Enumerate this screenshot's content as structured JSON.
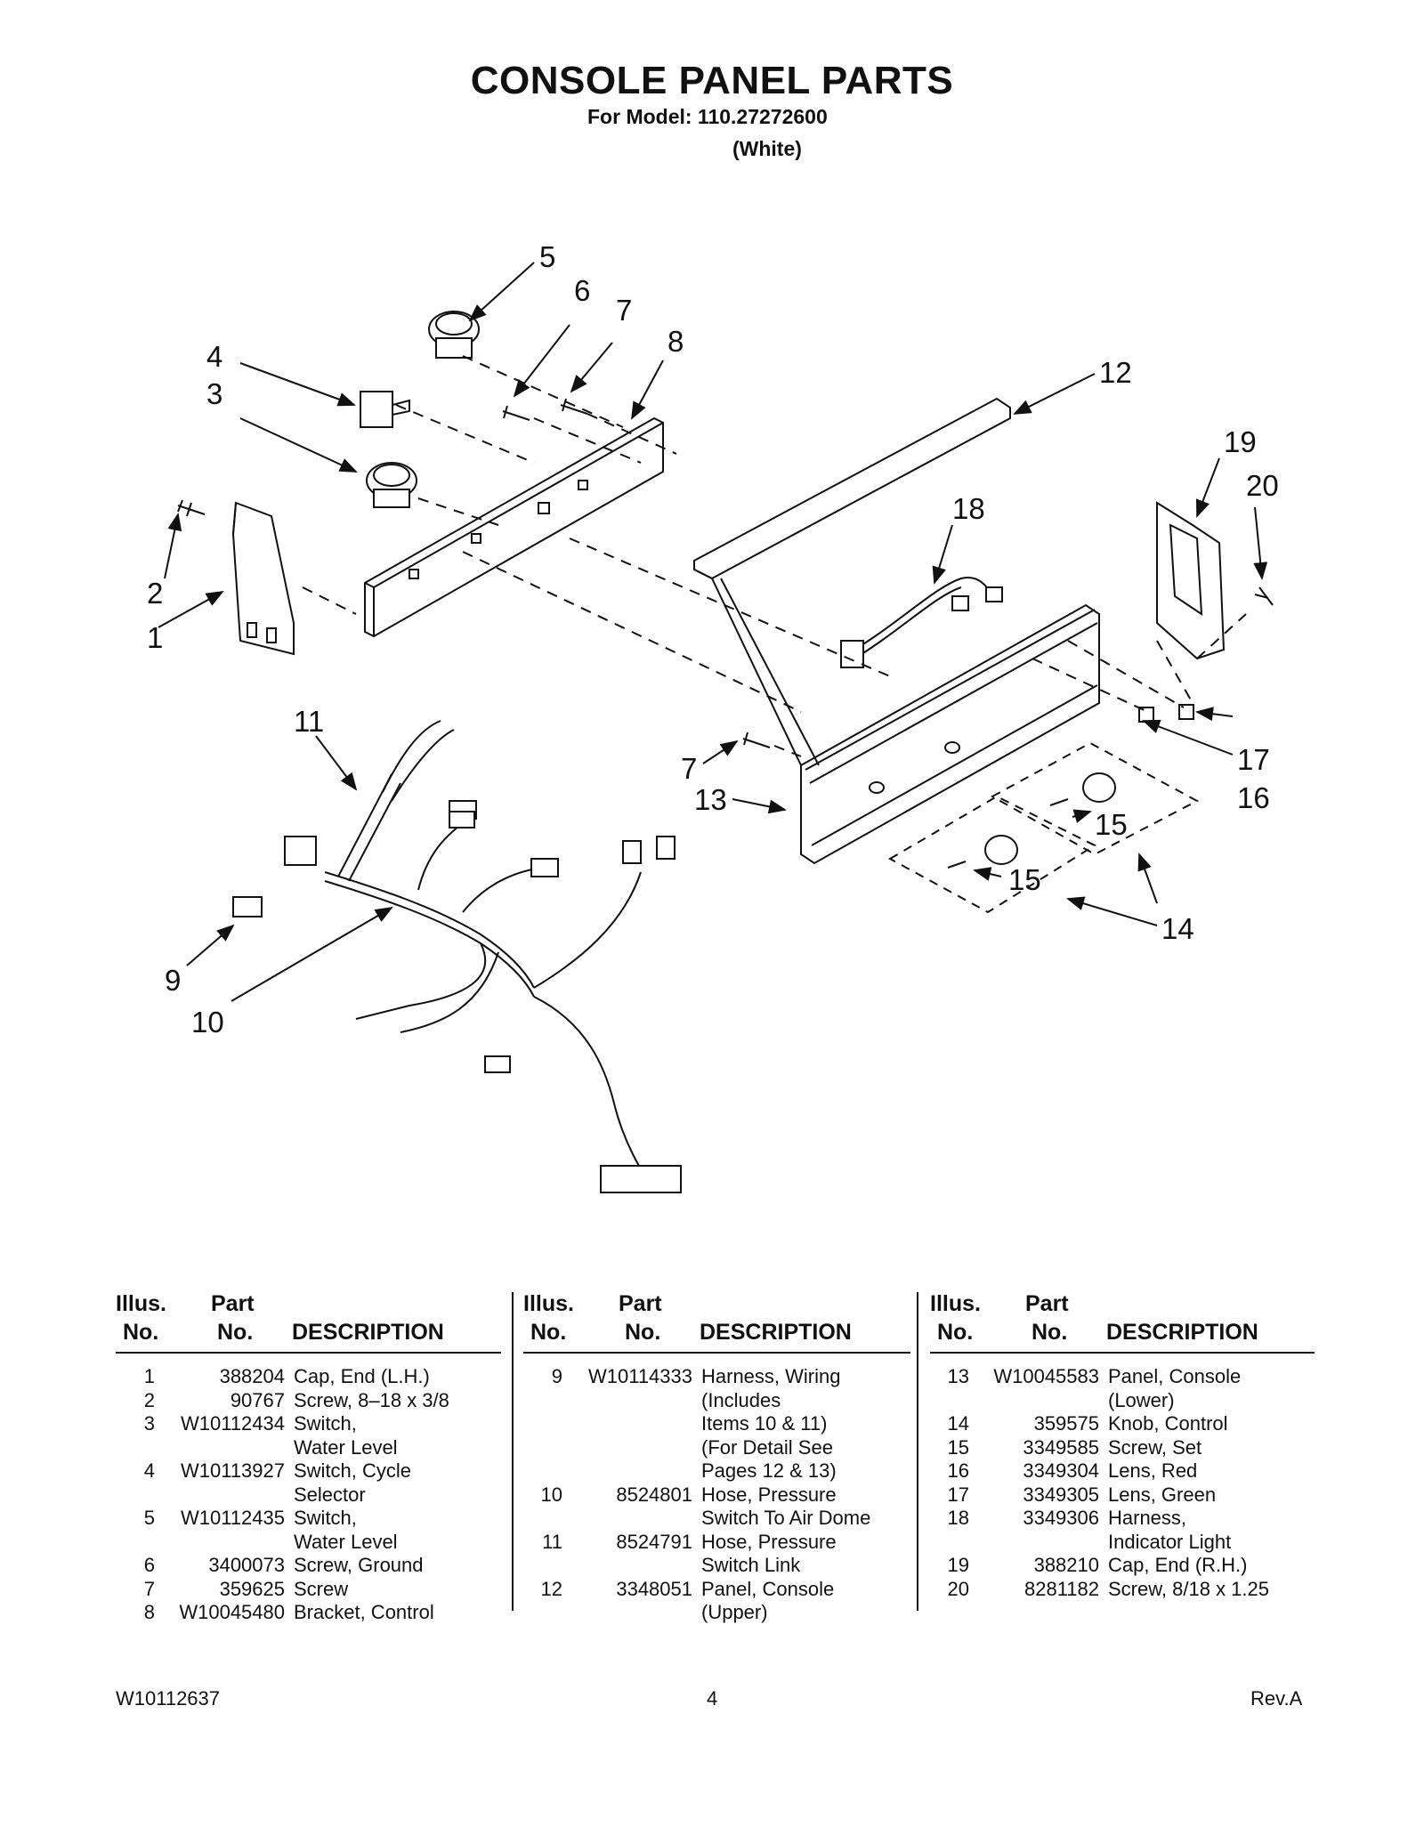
{
  "header": {
    "title": "CONSOLE PANEL PARTS",
    "model_line": "For Model: 110.27272600",
    "color_line": "(White)"
  },
  "callouts": {
    "c1": "1",
    "c2": "2",
    "c3": "3",
    "c4": "4",
    "c5": "5",
    "c6": "6",
    "c7a": "7",
    "c7b": "7",
    "c8": "8",
    "c9": "9",
    "c10": "10",
    "c11": "11",
    "c12": "12",
    "c13": "13",
    "c14": "14",
    "c15a": "15",
    "c15b": "15",
    "c16": "16",
    "c17": "17",
    "c18": "18",
    "c19": "19",
    "c20": "20"
  },
  "table_headers": {
    "illus_top": "Illus.",
    "illus_bottom": "No.",
    "part_top": "Part",
    "part_bottom": "No.",
    "description": "DESCRIPTION"
  },
  "columns": [
    [
      {
        "no": "1",
        "part": "388204",
        "desc": "Cap, End (L.H.)"
      },
      {
        "no": "2",
        "part": "90767",
        "desc": "Screw, 8–18 x 3/8"
      },
      {
        "no": "3",
        "part": "W10112434",
        "desc": "Switch,\nWater Level"
      },
      {
        "no": "4",
        "part": "W10113927",
        "desc": "Switch, Cycle\nSelector"
      },
      {
        "no": "5",
        "part": "W10112435",
        "desc": "Switch,\nWater Level"
      },
      {
        "no": "6",
        "part": "3400073",
        "desc": "Screw, Ground"
      },
      {
        "no": "7",
        "part": "359625",
        "desc": "Screw"
      },
      {
        "no": "8",
        "part": "W10045480",
        "desc": "Bracket, Control"
      }
    ],
    [
      {
        "no": "9",
        "part": "W10114333",
        "desc": "Harness, Wiring\n(Includes\nItems 10 & 11)\n(For Detail See\nPages 12 & 13)"
      },
      {
        "no": "10",
        "part": "8524801",
        "desc": "Hose, Pressure\nSwitch To Air Dome"
      },
      {
        "no": "11",
        "part": "8524791",
        "desc": "Hose, Pressure\nSwitch Link"
      },
      {
        "no": "12",
        "part": "3348051",
        "desc": "Panel, Console\n(Upper)"
      }
    ],
    [
      {
        "no": "13",
        "part": "W10045583",
        "desc": "Panel, Console\n(Lower)"
      },
      {
        "no": "14",
        "part": "359575",
        "desc": "Knob, Control"
      },
      {
        "no": "15",
        "part": "3349585",
        "desc": "Screw, Set"
      },
      {
        "no": "16",
        "part": "3349304",
        "desc": "Lens, Red"
      },
      {
        "no": "17",
        "part": "3349305",
        "desc": "Lens, Green"
      },
      {
        "no": "18",
        "part": "3349306",
        "desc": "Harness,\nIndicator Light"
      },
      {
        "no": "19",
        "part": "388210",
        "desc": "Cap, End (R.H.)"
      },
      {
        "no": "20",
        "part": "8281182",
        "desc": "Screw, 8/18 x 1.25"
      }
    ]
  ],
  "footer": {
    "doc_number": "W10112637",
    "page": "4",
    "revision": "Rev.A"
  }
}
